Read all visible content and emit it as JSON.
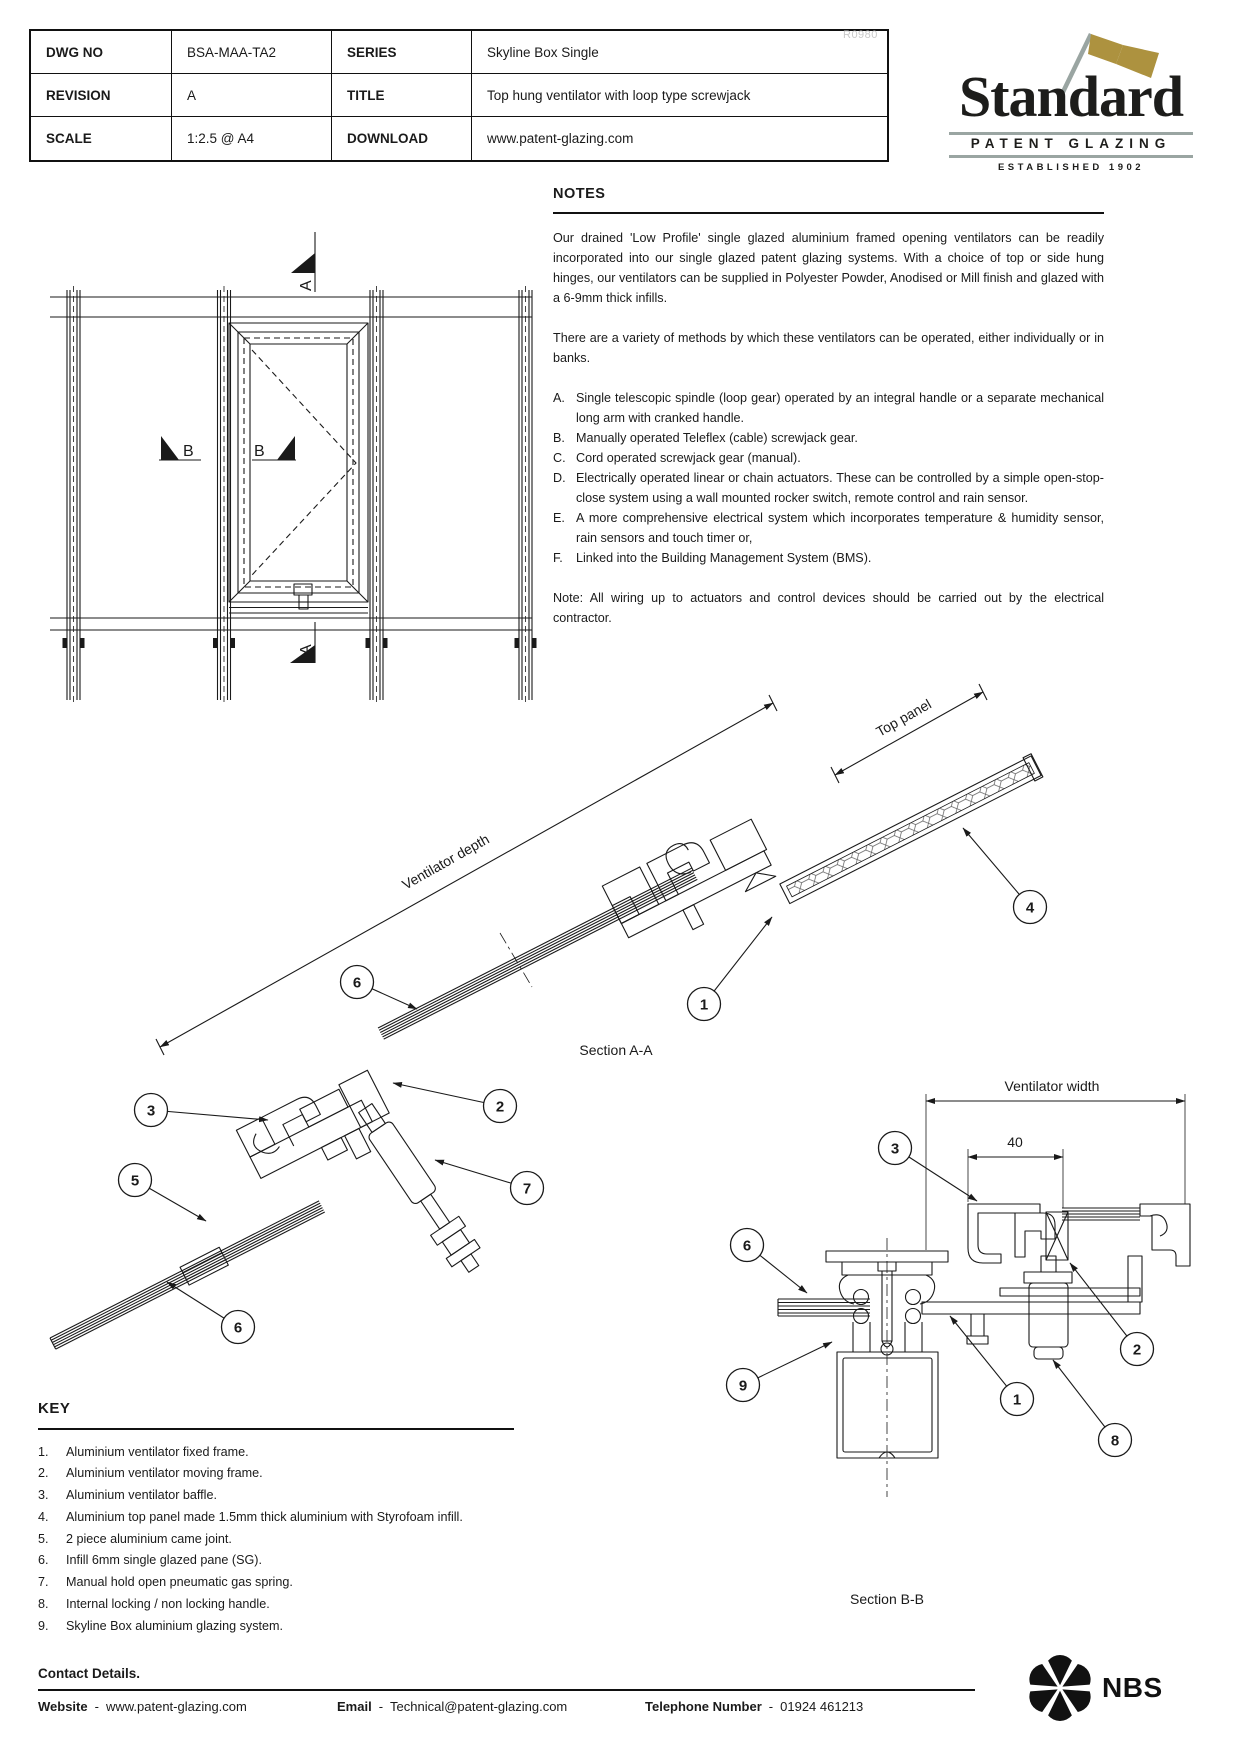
{
  "title_block": {
    "rows": [
      {
        "label": "DWG NO",
        "value": "BSA-MAA-TA2",
        "label2": "SERIES",
        "value2": "Skyline Box Single"
      },
      {
        "label": "REVISION",
        "value": "A",
        "label2": "TITLE",
        "value2": "Top hung ventilator with loop type screwjack"
      },
      {
        "label": "SCALE",
        "value": "1:2.5 @ A4",
        "label2": "DOWNLOAD",
        "value2": "www.patent-glazing.com"
      }
    ]
  },
  "watermark": "R0980",
  "logo": {
    "wordmark": "Standard",
    "tagline": "PATENT GLAZING",
    "established": "ESTABLISHED 1902",
    "colors": {
      "gold": "#ad923f",
      "gray": "#9aa5a2",
      "ink": "#1d1d1b"
    }
  },
  "notes": {
    "heading": "NOTES",
    "p1": "Our drained 'Low Profile' single glazed aluminium framed opening ventilators can be readily incorporated into our single glazed patent glazing systems. With a choice of top or side hung hinges, our ventilators can be supplied in Polyester Powder, Anodised or Mill finish and glazed with a 6-9mm thick infills.",
    "p2": "There are a variety of methods by which these ventilators can be operated, either individually or in banks.",
    "items": [
      {
        "letter": "A.",
        "text": "Single telescopic spindle (loop gear) operated by an integral handle or a separate mechanical long arm with cranked handle."
      },
      {
        "letter": "B.",
        "text": "Manually operated Teleflex (cable) screwjack gear."
      },
      {
        "letter": "C.",
        "text": "Cord operated screwjack gear (manual)."
      },
      {
        "letter": "D.",
        "text": "Electrically operated linear or chain actuators. These can be controlled by a simple open-stop-close system using a wall mounted rocker switch, remote control and rain sensor."
      },
      {
        "letter": "E.",
        "text": "A more comprehensive electrical system which incorporates temperature & humidity sensor, rain sensors and touch timer or,"
      },
      {
        "letter": "F.",
        "text": "Linked into the Building Management System (BMS)."
      }
    ],
    "note": "Note: All wiring up to actuators and control devices should be carried out by the electrical contractor."
  },
  "elevation": {
    "marker_a": "A",
    "marker_b": "B"
  },
  "section_aa": {
    "label": "Section A-A",
    "dim_depth_label": "Ventilator depth",
    "dim_top_panel_label": "Top panel",
    "callouts": [
      "6",
      "3",
      "5",
      "2",
      "7",
      "6",
      "1",
      "4"
    ]
  },
  "section_bb": {
    "label": "Section B-B",
    "dim_width_label": "Ventilator width",
    "dim_40": "40",
    "callouts": [
      "3",
      "6",
      "9",
      "1",
      "8",
      "2"
    ]
  },
  "key": {
    "heading": "KEY",
    "items": [
      {
        "n": "1.",
        "text": "Aluminium ventilator fixed frame."
      },
      {
        "n": "2.",
        "text": "Aluminium ventilator moving frame."
      },
      {
        "n": "3.",
        "text": "Aluminium ventilator baffle."
      },
      {
        "n": "4.",
        "text": "Aluminium top panel made 1.5mm thick aluminium with Styrofoam infill."
      },
      {
        "n": "5.",
        "text": "2 piece aluminium came joint."
      },
      {
        "n": "6.",
        "text": "Infill 6mm single glazed pane (SG)."
      },
      {
        "n": "7.",
        "text": "Manual hold open pneumatic gas spring."
      },
      {
        "n": "8.",
        "text": "Internal locking / non locking handle."
      },
      {
        "n": "9.",
        "text": "Skyline Box aluminium glazing system."
      }
    ]
  },
  "contact": {
    "heading": "Contact Details.",
    "sep": "-",
    "website_label": "Website",
    "website": "www.patent-glazing.com",
    "email_label": "Email",
    "email": "Technical@patent-glazing.com",
    "phone_label": "Telephone Number",
    "phone": "01924 461213"
  },
  "nbs_label": "NBS"
}
